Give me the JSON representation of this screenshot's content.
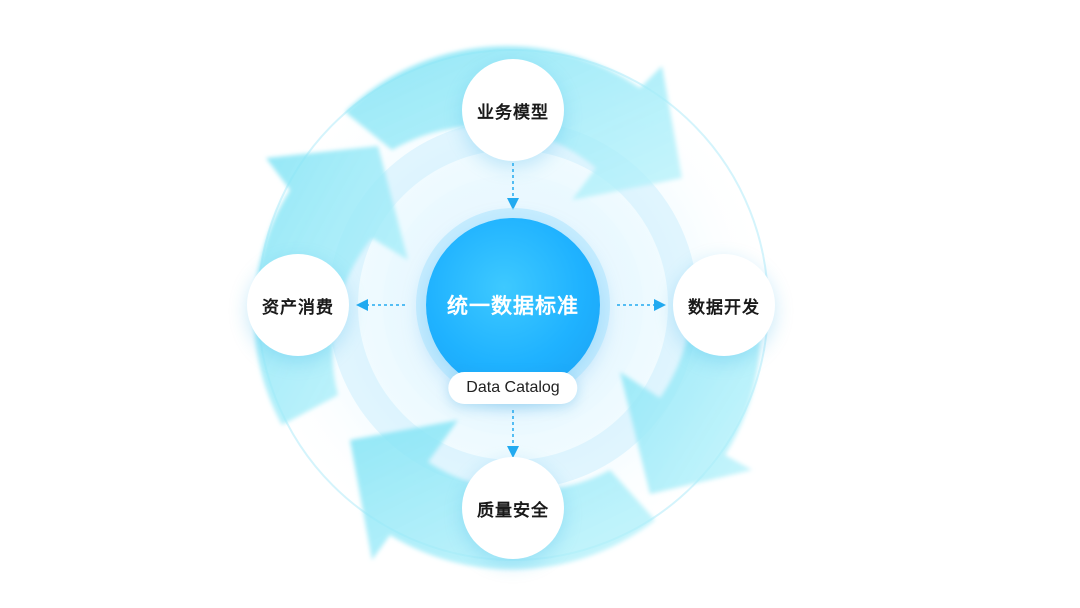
{
  "center": {
    "title": "统一数据标准",
    "subtitle": "Data Catalog"
  },
  "nodes": {
    "top": "业务模型",
    "right": "数据开发",
    "bottom": "质量安全",
    "left": "资产消费"
  },
  "colors": {
    "core": "#1fb2ff",
    "ring": "#9be9f7",
    "connector": "#22aaf0"
  }
}
